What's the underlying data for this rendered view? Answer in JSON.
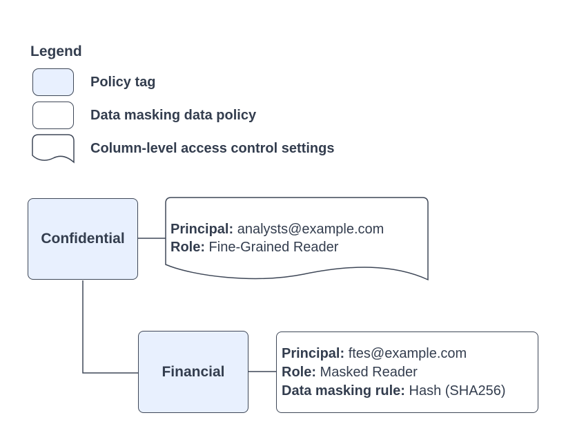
{
  "colors": {
    "background": "#ffffff",
    "stroke": "#3d4656",
    "text": "#333d4e",
    "policy_tag_fill": "#e8f0fe",
    "shape_fill": "#ffffff"
  },
  "legend": {
    "title": "Legend",
    "items": [
      {
        "shape": "policy-tag",
        "label": "Policy tag"
      },
      {
        "shape": "data-masking-data-policy",
        "label": "Data masking data policy"
      },
      {
        "shape": "column-level-access-control-settings",
        "label": "Column-level access control settings"
      }
    ]
  },
  "diagram": {
    "nodes": [
      {
        "id": "confidential",
        "type": "policy-tag",
        "label": "Confidential"
      },
      {
        "id": "financial",
        "type": "policy-tag",
        "label": "Financial"
      }
    ],
    "confidential_settings": {
      "type": "column-level-access-control-settings",
      "lines": [
        {
          "key": "Principal:",
          "value": " analysts@example.com"
        },
        {
          "key": "Role:",
          "value": " Fine-Grained Reader"
        }
      ]
    },
    "financial_policy": {
      "type": "data-masking-data-policy",
      "lines": [
        {
          "key": "Principal:",
          "value": " ftes@example.com"
        },
        {
          "key": "Role:",
          "value": " Masked Reader"
        },
        {
          "key": "Data masking rule:",
          "value": " Hash (SHA256)"
        }
      ]
    },
    "edges": [
      {
        "from": "confidential",
        "to": "confidential_settings"
      },
      {
        "from": "confidential",
        "to": "financial"
      },
      {
        "from": "financial",
        "to": "financial_policy"
      }
    ]
  }
}
